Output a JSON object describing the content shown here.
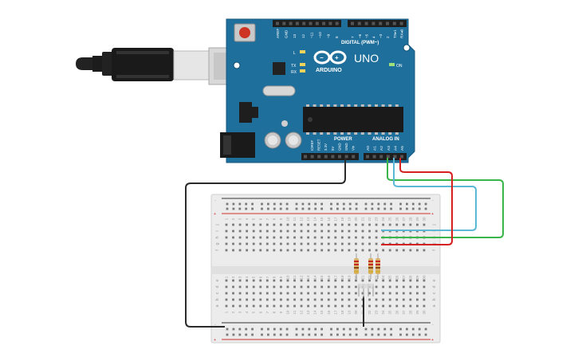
{
  "board": {
    "brand_logo": "∞",
    "brand_name": "ARDUINO",
    "model": "UNO",
    "digital_label": "DIGITAL (PWM~)",
    "analog_label": "ANALOG IN",
    "power_label": "POWER",
    "on_label": "ON",
    "led_labels": [
      "L",
      "TX",
      "RX"
    ],
    "top_pin_labels": [
      "AREF",
      "GND",
      "13",
      "12",
      "~11",
      "~10",
      "~9",
      "8",
      "7",
      "~6",
      "~5",
      "4",
      "~3",
      "2",
      "TX▸1",
      "RX◂0"
    ],
    "power_pin_labels": [
      "IOREF",
      "RESET",
      "3.3V",
      "5V",
      "GND",
      "GND",
      "Vin"
    ],
    "analog_pin_labels": [
      "A0",
      "A1",
      "A2",
      "A3",
      "A4",
      "A5"
    ]
  },
  "breadboard": {
    "columns": 30,
    "rows_top": [
      "j",
      "i",
      "h",
      "g",
      "f"
    ],
    "rows_bottom": [
      "e",
      "d",
      "c",
      "b",
      "a"
    ],
    "rail_minus": "-",
    "rail_plus": "+"
  },
  "colors": {
    "board": "#1f6f9c",
    "wire_red": "#d62020",
    "wire_blue": "#5bb8d6",
    "wire_green": "#39b54a",
    "wire_black": "#2b2b2b"
  }
}
